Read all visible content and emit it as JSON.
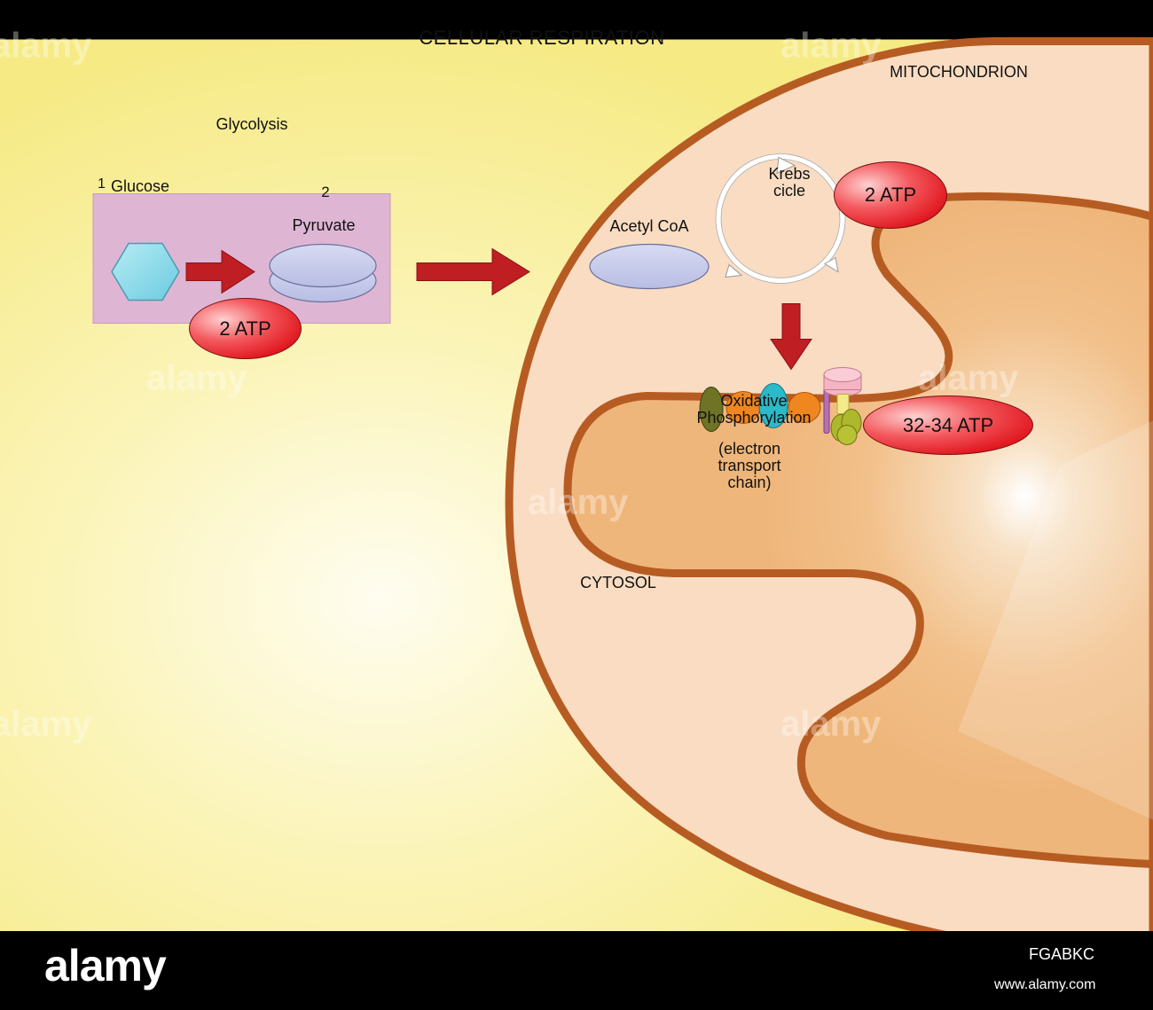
{
  "title": "CELLULAR RESPIRATION",
  "labels": {
    "mitochondrion": "MITOCHONDRION",
    "glycolysis": "Glycolysis",
    "cytosol": "CYTOSOL",
    "glucose_count": "1",
    "glucose": "Glucose",
    "pyruvate_count": "2",
    "pyruvate": "Pyruvate",
    "acetyl_coa": "Acetyl CoA",
    "krebs_line1": "Krebs",
    "krebs_line2": "cicle",
    "ox_line1": "Oxidative",
    "ox_line2": "Phosphorylation",
    "etc_line1": "(electron",
    "etc_line2": "transport",
    "etc_line3": "chain)"
  },
  "atp": {
    "glycolysis": "2 ATP",
    "krebs": "2 ATP",
    "oxidative": "32-34 ATP"
  },
  "footer": {
    "logo": "alamy",
    "image_id": "FGABKC",
    "url": "www.alamy.com"
  },
  "colors": {
    "background_yellow": "#f8ef8e",
    "membrane_brown": "#b65c22",
    "intermembrane": "#f9dcc2",
    "matrix": "#f2bd83",
    "glycolysis_box": "#deb6d4",
    "arrow_red": "#bf1e23",
    "atp_red": "#e0141c",
    "glucose_cyan": "#8fd8e8",
    "pyruvate_lavender": "#c4c8e8"
  }
}
